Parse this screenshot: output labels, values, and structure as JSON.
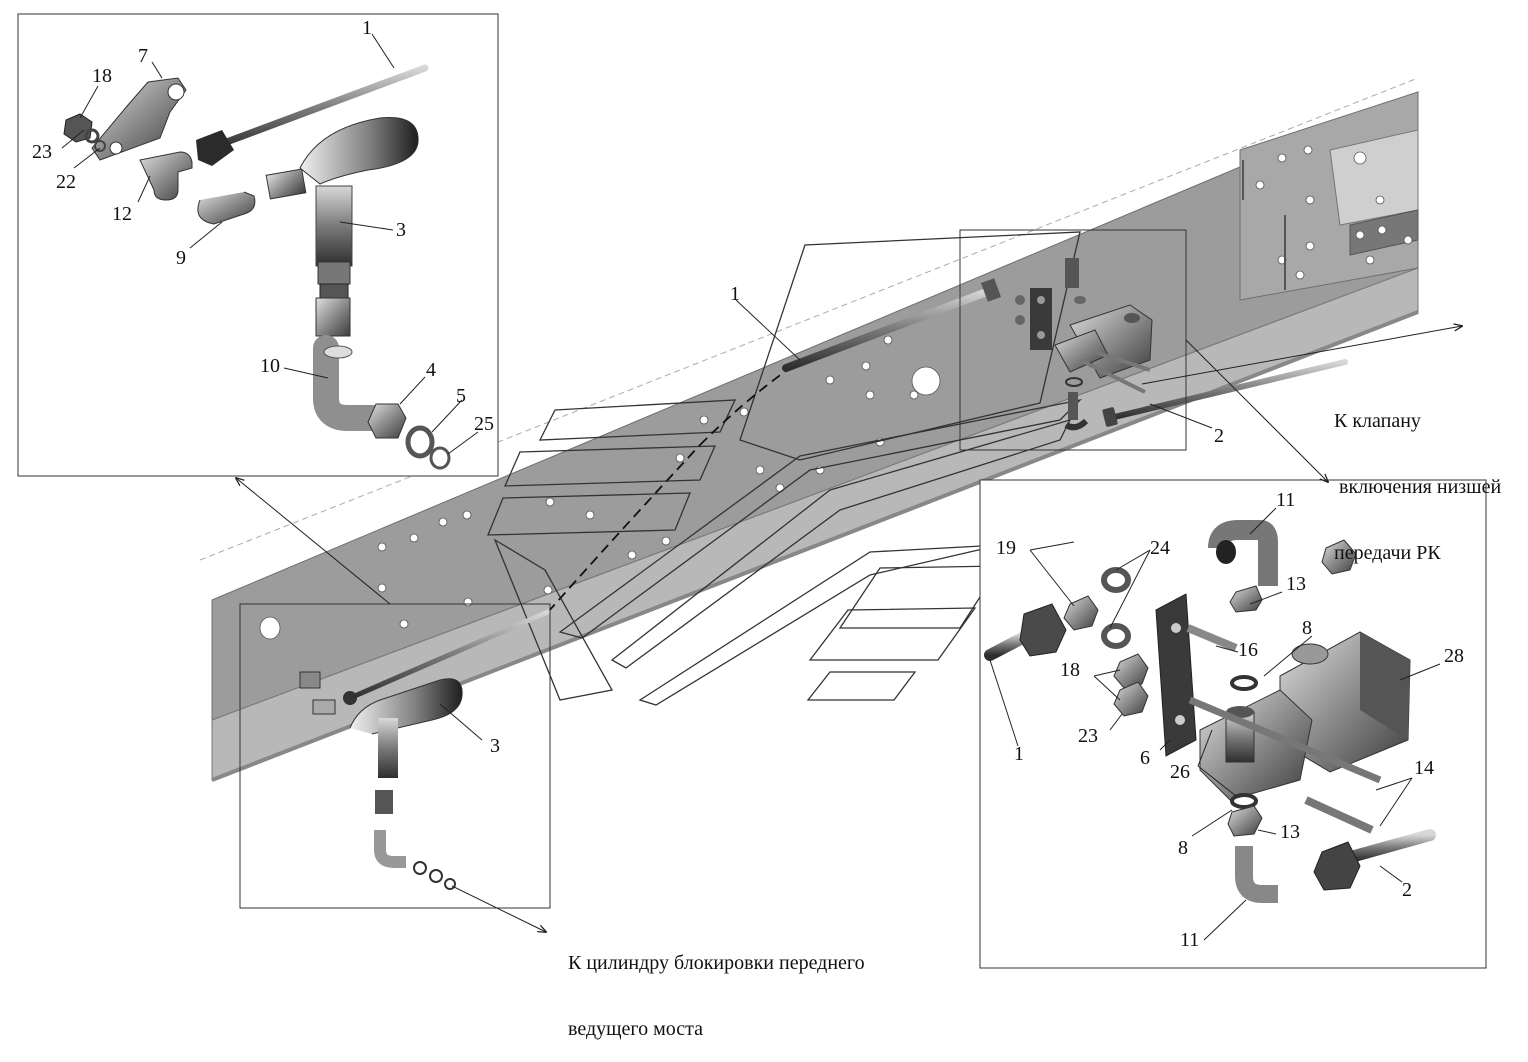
{
  "colors": {
    "frame": "#9b9b9b",
    "frame_dark": "#6f6f6f",
    "part": "#8a8a8a",
    "part_dark": "#3a3a3a",
    "line": "#222222",
    "box": "#333333"
  },
  "icons": [
    "chassis-frame",
    "tube-pipe",
    "fitting-elbow",
    "valve-block",
    "bracket",
    "nut",
    "washer",
    "bolt"
  ],
  "notes": {
    "valve": [
      "К клапану",
      " включения низшей",
      "передачи РК"
    ],
    "cylinder": [
      "К цилиндру блокировки переднего",
      "ведущего моста"
    ]
  },
  "labels": [
    {
      "id": "tl-1",
      "text": "1"
    },
    {
      "id": "tl-7",
      "text": "7"
    },
    {
      "id": "tl-18",
      "text": "18"
    },
    {
      "id": "tl-23",
      "text": "23"
    },
    {
      "id": "tl-22",
      "text": "22"
    },
    {
      "id": "tl-12",
      "text": "12"
    },
    {
      "id": "tl-9",
      "text": "9"
    },
    {
      "id": "tl-3",
      "text": "3"
    },
    {
      "id": "tl-10",
      "text": "10"
    },
    {
      "id": "tl-4",
      "text": "4"
    },
    {
      "id": "tl-5",
      "text": "5"
    },
    {
      "id": "tl-25",
      "text": "25"
    },
    {
      "id": "m-1",
      "text": "1"
    },
    {
      "id": "m-2",
      "text": "2"
    },
    {
      "id": "m-3",
      "text": "3"
    },
    {
      "id": "br-11a",
      "text": "11"
    },
    {
      "id": "br-19",
      "text": "19"
    },
    {
      "id": "br-24",
      "text": "24"
    },
    {
      "id": "br-13a",
      "text": "13"
    },
    {
      "id": "br-8a",
      "text": "8"
    },
    {
      "id": "br-28",
      "text": "28"
    },
    {
      "id": "br-18",
      "text": "18"
    },
    {
      "id": "br-16",
      "text": "16"
    },
    {
      "id": "br-23",
      "text": "23"
    },
    {
      "id": "br-1",
      "text": "1"
    },
    {
      "id": "br-6",
      "text": "6"
    },
    {
      "id": "br-26",
      "text": "26"
    },
    {
      "id": "br-14",
      "text": "14"
    },
    {
      "id": "br-8b",
      "text": "8"
    },
    {
      "id": "br-13b",
      "text": "13"
    },
    {
      "id": "br-2",
      "text": "2"
    },
    {
      "id": "br-11b",
      "text": "11"
    }
  ]
}
